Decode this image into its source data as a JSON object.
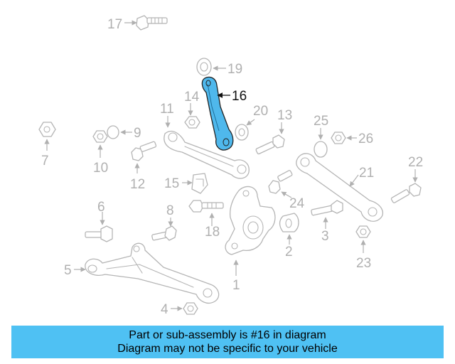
{
  "diagram": {
    "highlighted_part": "16",
    "highlight_color": "#4fb8ec",
    "callouts": {
      "c1": "1",
      "c2": "2",
      "c3": "3",
      "c4": "4",
      "c5": "5",
      "c6": "6",
      "c7": "7",
      "c8": "8",
      "c9": "9",
      "c10": "10",
      "c11": "11",
      "c12": "12",
      "c13": "13",
      "c14": "14",
      "c15": "15",
      "c16": "16",
      "c17": "17",
      "c18": "18",
      "c19": "19",
      "c20": "20",
      "c21": "21",
      "c22": "22",
      "c23": "23",
      "c24": "24",
      "c25": "25",
      "c26": "26"
    }
  },
  "banner": {
    "line1": "Part or sub-assembly is #16 in diagram",
    "line2": "Diagram may not be specific to your vehicle",
    "background": "#4fc1f3"
  }
}
